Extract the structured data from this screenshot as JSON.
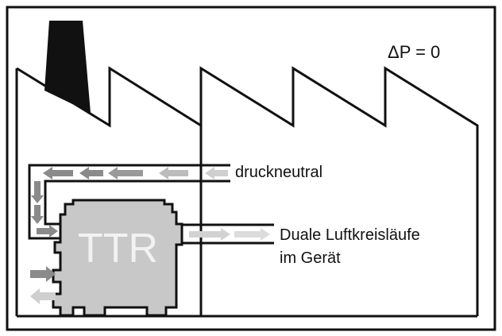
{
  "labels": {
    "pressure": "ΔP = 0",
    "duct_top": "druckneutral",
    "duct_right_line1": "Duale Luftkreisläufe",
    "duct_right_line2": "im Gerät",
    "unit": "TTR"
  },
  "colors": {
    "line": "#111111",
    "unit_fill": "#c8c8c8",
    "arrow_dark": "#8a8a8a",
    "arrow_light": "#cfcfcf",
    "chimney": "#111111"
  }
}
